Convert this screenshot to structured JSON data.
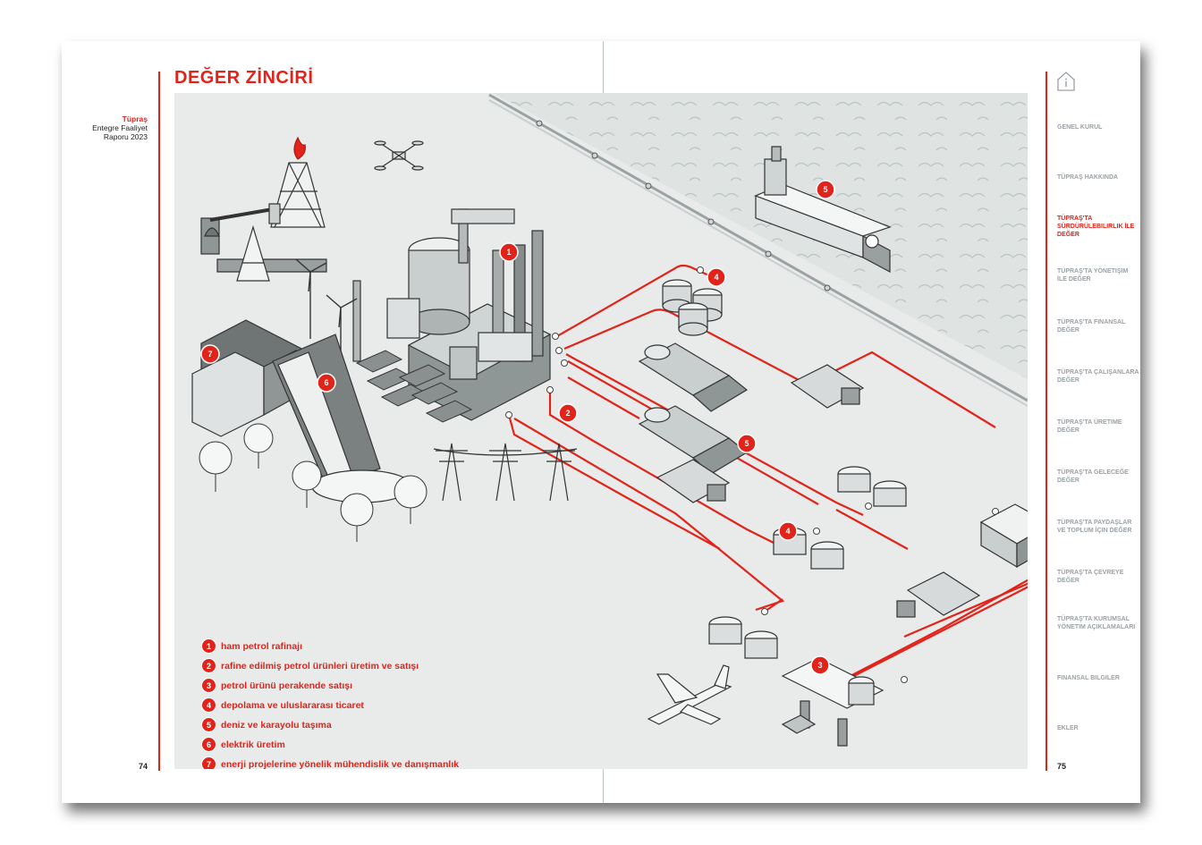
{
  "page_title": "DEĞER ZİNCİRİ",
  "brand": {
    "name": "Tüpraş",
    "line1": "Entegre Faaliyet",
    "line2": "Raporu 2023"
  },
  "page_left": "74",
  "page_right": "75",
  "nav": [
    {
      "label": "Genel Kurul",
      "active": false
    },
    {
      "label": "Tüpraş Hakkında",
      "active": false
    },
    {
      "label": "Tüpraş'ta Sürdürülebilirlik İle Değer",
      "active": true
    },
    {
      "label": "Tüpraş'ta Yönetişim İle Değer",
      "active": false
    },
    {
      "label": "Tüpraş'ta Finansal Değer",
      "active": false
    },
    {
      "label": "Tüpraş'ta Çalışanlara Değer",
      "active": false
    },
    {
      "label": "Tüpraş'ta Üretime Değer",
      "active": false
    },
    {
      "label": "Tüpraş'ta Geleceğe Değer",
      "active": false
    },
    {
      "label": "Tüpraş'ta Paydaşlar ve Toplum İçin Değer",
      "active": false
    },
    {
      "label": "Tüpraş'ta Çevreye Değer",
      "active": false
    },
    {
      "label": "Tüpraş'ta Kurumsal Yönetim Açıklamaları",
      "active": false
    },
    {
      "label": "Finansal Bilgiler",
      "active": false
    },
    {
      "label": "Ekler",
      "active": false
    }
  ],
  "legend": [
    {
      "num": "1",
      "text": "ham petrol rafinajı"
    },
    {
      "num": "2",
      "text": "rafine edilmiş petrol ürünleri üretim ve satışı"
    },
    {
      "num": "3",
      "text": "petrol ürünü perakende satışı"
    },
    {
      "num": "4",
      "text": "depolama ve uluslararası ticaret"
    },
    {
      "num": "5",
      "text": "deniz ve karayolu taşıma"
    },
    {
      "num": "6",
      "text": "elektrik üretim"
    },
    {
      "num": "7",
      "text": "enerji projelerine yönelik mühendislik ve danışmanlık"
    }
  ],
  "markers": [
    "1",
    "2",
    "3",
    "4",
    "4",
    "5",
    "5",
    "6",
    "7"
  ],
  "colors": {
    "accent": "#e2231a",
    "illustration_bg": "#e8ebea",
    "nav_inactive": "#9aa2a6"
  },
  "icons": [
    "home-icon"
  ]
}
